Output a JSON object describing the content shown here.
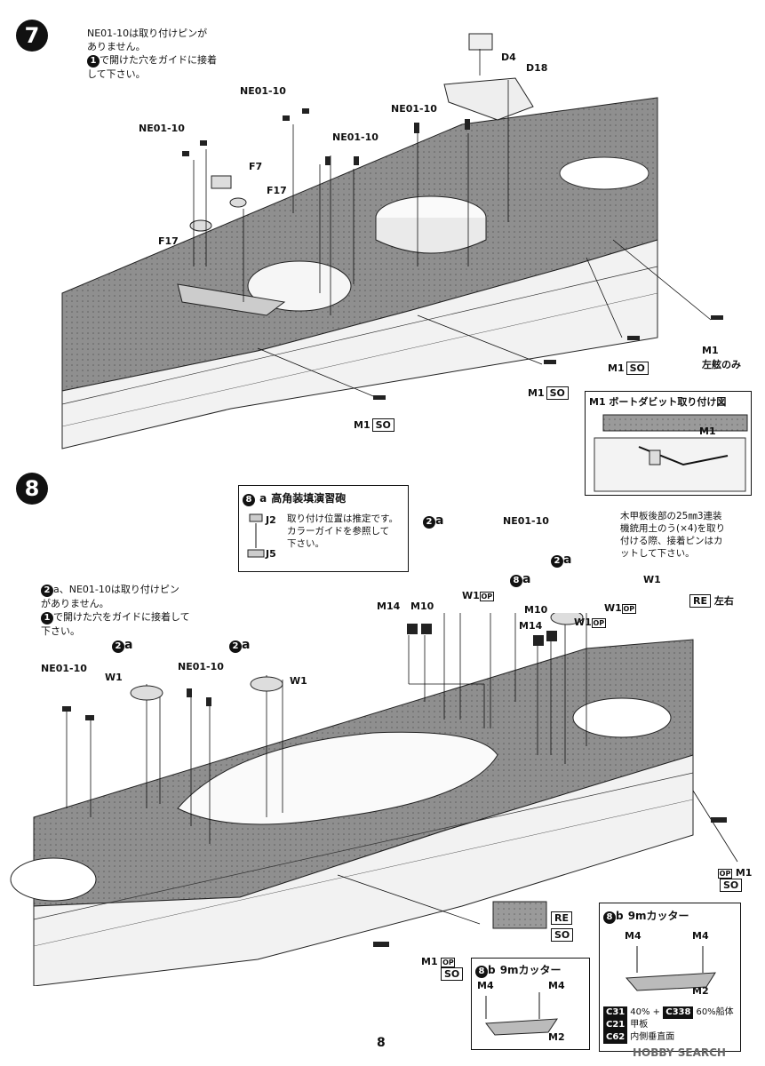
{
  "step7": {
    "number": "7",
    "note_line1": "NE01-10は取り付けピンが",
    "note_line2": "ありません。",
    "note_line3": "で開けた穴をガイドに接着",
    "note_line4": "して下さい。",
    "note_circle": "1",
    "labels": {
      "ne_a": "NE01-10",
      "ne_b": "NE01-10",
      "ne_c": "NE01-10",
      "ne_d": "NE01-10",
      "d4": "D4",
      "d18": "D18",
      "f7": "F7",
      "f17a": "F17",
      "f17b": "F17",
      "m1_port": "M1",
      "m1_port_note": "左舷のみ",
      "m1_a": "M1",
      "m1_b": "M1",
      "m1_c": "M1",
      "so": "SO"
    },
    "inset_title": "M1 ボートダビット取り付け図",
    "inset_label": "M1"
  },
  "step8": {
    "number": "8",
    "note_line1": "a、NE01-10は取り付けピン",
    "note_line2": "がありません。",
    "note_line3": "で開けた穴をガイドに接着して",
    "note_line4": "下さい。",
    "note_circle_a": "2",
    "note_circle_b": "1",
    "panel_a": {
      "title": "高角装填演習砲",
      "badge": "8",
      "letter": "a",
      "j2": "J2",
      "j5": "J5",
      "text1": "取り付け位置は推定です。",
      "text2": "カラーガイドを参照して",
      "text3": "下さい。"
    },
    "side_note": {
      "line1": "木甲板後部の25㎜3連装",
      "line2": "機銃用土のう(×4)を取り",
      "line3": "付ける際、接着ピンはカ",
      "line4": "ットして下さい。",
      "w1": "W1",
      "re": "RE",
      "port_star": "左右"
    },
    "labels": {
      "ne_a": "NE01-10",
      "ne_b": "NE01-10",
      "ne_c": "NE01-10",
      "w1_a": "W1",
      "w1_b": "W1",
      "w1_c": "W1",
      "w1_d": "W1",
      "w1_e": "W1",
      "m14_a": "M14",
      "m10_a": "M10",
      "m14_b": "M14",
      "m10_b": "M10",
      "m1_a": "M1",
      "m1_b": "M1",
      "a2": "a",
      "op": "OP",
      "so": "SO",
      "re": "RE"
    },
    "cutter_small": {
      "title": "9mカッター",
      "badge": "8",
      "letter": "b",
      "m4a": "M4",
      "m4b": "M4",
      "m2": "M2"
    },
    "cutter_large": {
      "title": "9mカッター",
      "badge": "8",
      "letter": "b",
      "m4a": "M4",
      "m4b": "M4",
      "m2": "M2",
      "legend": [
        {
          "tag": "C31",
          "text": "40% + "
        },
        {
          "tag": "C21",
          "text": "甲板"
        },
        {
          "tag": "C62",
          "text": "内側垂直面"
        }
      ],
      "legend_tag2": "C338",
      "legend_text2": "60%船体"
    }
  },
  "page_number": "8",
  "watermark": "HOBBY SEARCH"
}
